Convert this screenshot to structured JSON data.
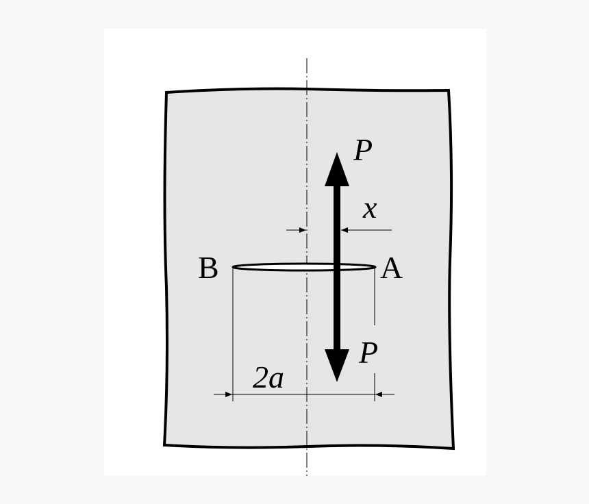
{
  "labels": {
    "force_top": "P",
    "force_bottom": "P",
    "offset": "x",
    "point_left": "B",
    "point_right": "A",
    "crack_length": "2a"
  },
  "colors": {
    "background": "#f7f7f7",
    "panel": "#ffffff",
    "plate": "#e6e6e6",
    "ink": "#000000"
  }
}
